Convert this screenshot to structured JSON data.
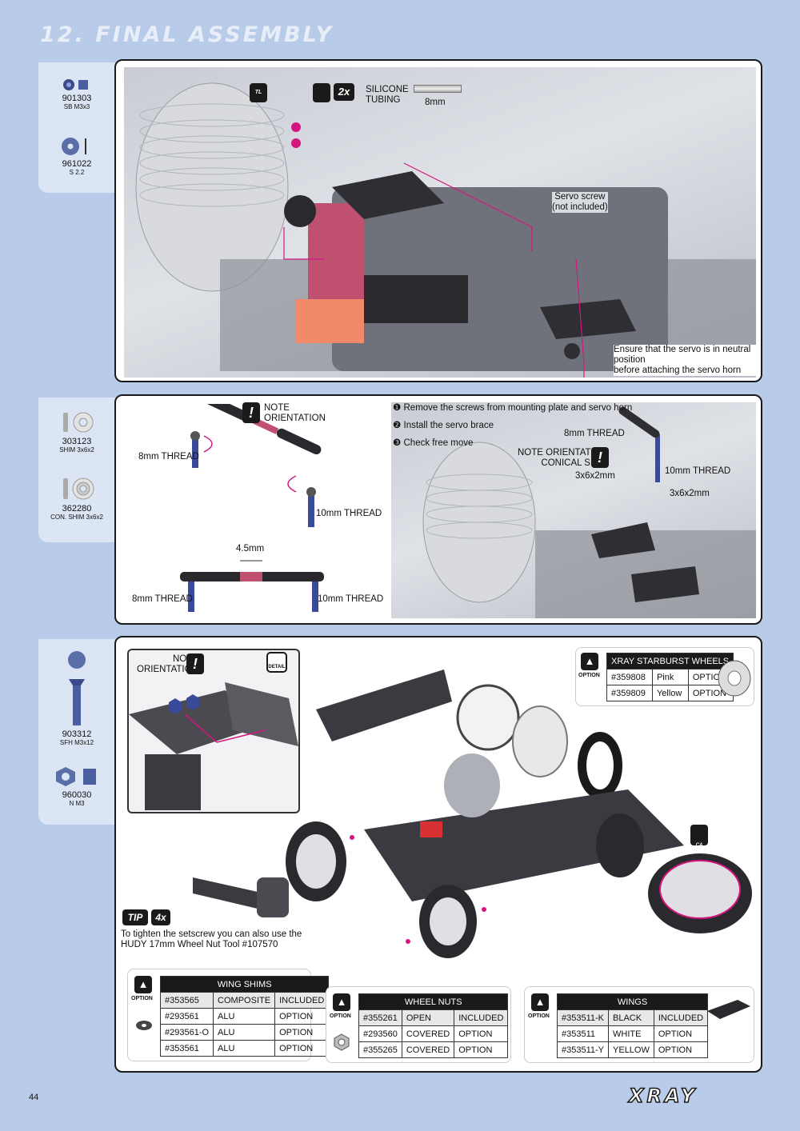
{
  "header": {
    "title": "12. FINAL ASSEMBLY"
  },
  "section1": {
    "parts": [
      {
        "code": "901303",
        "desc": "SB M3x3"
      },
      {
        "code": "961022",
        "desc": "S 2.2"
      }
    ],
    "qty": "2x",
    "tool_label": "TL",
    "silicone_label": "SILICONE\nTUBING",
    "tubing_length": "8mm",
    "servo_screw_note": "Servo screw\n(not included)",
    "neutral_note": "Ensure that the servo is in neutral position\nbefore attaching the servo horn"
  },
  "section2": {
    "parts": [
      {
        "code": "303123",
        "desc": "SHIM 3x6x2"
      },
      {
        "code": "362280",
        "desc": "CON. SHIM 3x6x2"
      }
    ],
    "note_orientation": "NOTE\nORIENTATION",
    "thread_8": "8mm THREAD",
    "thread_10": "10mm THREAD",
    "length": "4.5mm",
    "steps": [
      "❶ Remove the screws from mounting plate and servo horn",
      "❷ Install the servo brace",
      "❸ Check free move"
    ],
    "note_conical": "NOTE ORIENTATION\nCONICAL SHIM",
    "shim_size": "3x6x2mm"
  },
  "section3": {
    "parts": [
      {
        "code": "903312",
        "desc": "SFH M3x12"
      },
      {
        "code": "960030",
        "desc": "N M3"
      }
    ],
    "note_orientation": "NOTE\nORIENTATION",
    "detail_label": "DETAIL",
    "ca_label": "CA",
    "tip_label": "TIP",
    "tip_qty": "4x",
    "tip_text": "To tighten the setscrew you can also use the\nHUDY 17mm Wheel Nut Tool #107570",
    "option_label": "OPTION",
    "wheels_table": {
      "title": "XRAY STARBURST WHEELS",
      "rows": [
        [
          "#359808",
          "Pink",
          "OPTION"
        ],
        [
          "#359809",
          "Yellow",
          "OPTION"
        ]
      ]
    },
    "wing_shims_table": {
      "title": "WING SHIMS",
      "rows": [
        [
          "#353565",
          "COMPOSITE",
          "INCLUDED"
        ],
        [
          "#293561",
          "ALU",
          "OPTION"
        ],
        [
          "#293561-O",
          "ALU",
          "OPTION"
        ],
        [
          "#353561",
          "ALU",
          "OPTION"
        ]
      ]
    },
    "wheel_nuts_table": {
      "title": "WHEEL NUTS",
      "rows": [
        [
          "#355261",
          "OPEN",
          "INCLUDED"
        ],
        [
          "#293560",
          "COVERED",
          "OPTION"
        ],
        [
          "#355265",
          "COVERED",
          "OPTION"
        ]
      ]
    },
    "wings_table": {
      "title": "WINGS",
      "rows": [
        [
          "#353511-K",
          "BLACK",
          "INCLUDED"
        ],
        [
          "#353511",
          "WHITE",
          "OPTION"
        ],
        [
          "#353511-Y",
          "YELLOW",
          "OPTION"
        ]
      ]
    }
  },
  "footer": {
    "page_number": "44",
    "brand": "XRAY"
  },
  "colors": {
    "background": "#b8cbe8",
    "panel": "#dbe5f4",
    "accent": "#d4157f",
    "ink": "#1a1a1a"
  }
}
